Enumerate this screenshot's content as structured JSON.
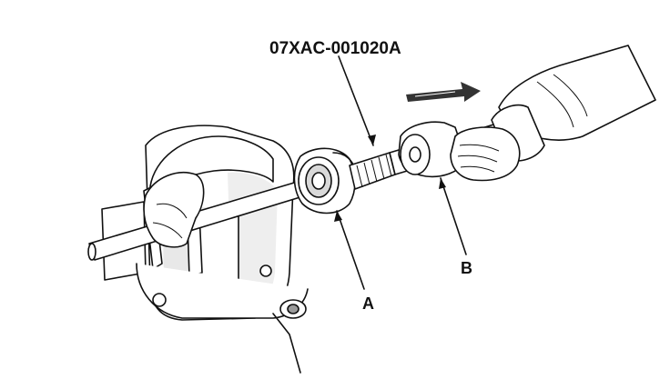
{
  "labels": {
    "tool_code": "07XAC-001020A",
    "callout_a": "A",
    "callout_b": "B"
  }
}
